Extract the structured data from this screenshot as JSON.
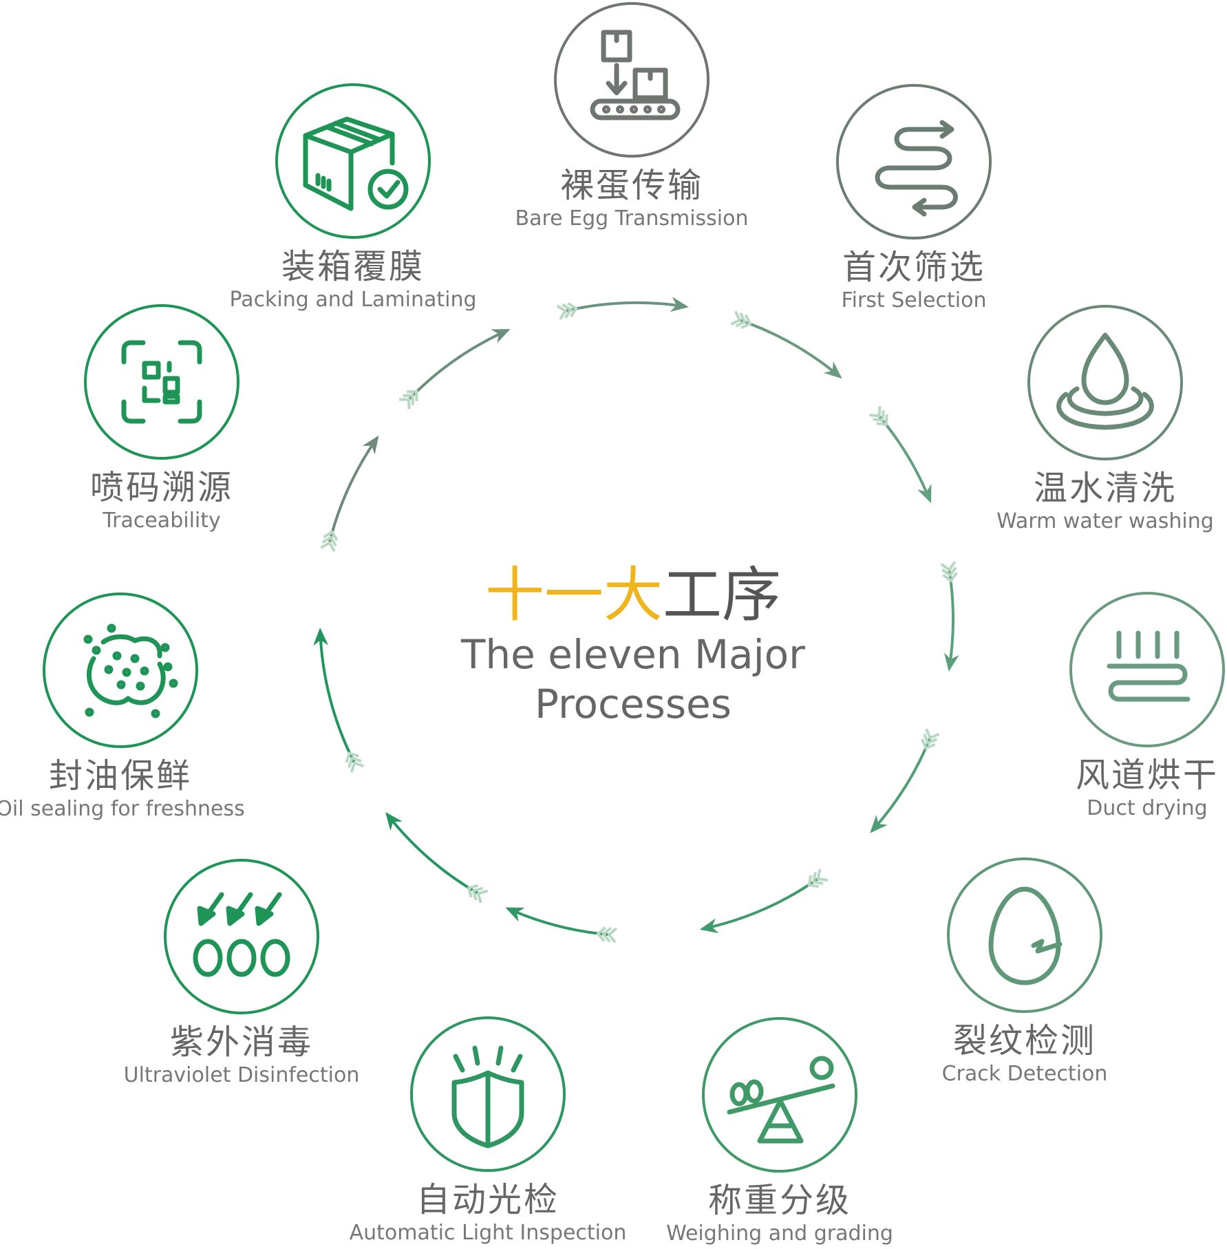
{
  "title": {
    "highlight": "十一大",
    "rest": "工序",
    "en_line1": "The eleven Major",
    "en_line2": "Processes"
  },
  "colors": {
    "gray": "#6f7672",
    "sage": "#6a9a80",
    "green": "#1e9456",
    "accent": "#f0b41c"
  },
  "processes": [
    {
      "cn": "裸蛋传输",
      "en": "Bare Egg Transmission",
      "icon": "conveyor-boxes-icon",
      "color": "#6f7672"
    },
    {
      "cn": "首次筛选",
      "en": "First Selection",
      "icon": "winding-path-arrows-icon",
      "color": "#6b7c72"
    },
    {
      "cn": "温水清洗",
      "en": "Warm water washing",
      "icon": "water-drop-icon",
      "color": "#6a8a78"
    },
    {
      "cn": "风道烘干",
      "en": "Duct drying",
      "icon": "heat-waves-icon",
      "color": "#6a9a80"
    },
    {
      "cn": "裂纹检测",
      "en": "Crack Detection",
      "icon": "cracked-egg-icon",
      "color": "#5f9878"
    },
    {
      "cn": "称重分级",
      "en": "Weighing and grading",
      "icon": "seesaw-scale-icon",
      "color": "#3f9a68"
    },
    {
      "cn": "自动光检",
      "en": "Automatic Light Inspection",
      "icon": "light-shield-icon",
      "color": "#2e9660"
    },
    {
      "cn": "紫外消毒",
      "en": "Ultraviolet Disinfection",
      "icon": "uv-arrows-eggs-icon",
      "color": "#1e9456"
    },
    {
      "cn": "封油保鲜",
      "en": "Oil sealing for freshness",
      "icon": "oil-dots-icon",
      "color": "#1e9456"
    },
    {
      "cn": "喷码溯源",
      "en": "Traceability",
      "icon": "qr-scan-icon",
      "color": "#1e9456"
    },
    {
      "cn": "装箱覆膜",
      "en": "Packing and Laminating",
      "icon": "packed-box-icon",
      "color": "#1e9456"
    }
  ]
}
